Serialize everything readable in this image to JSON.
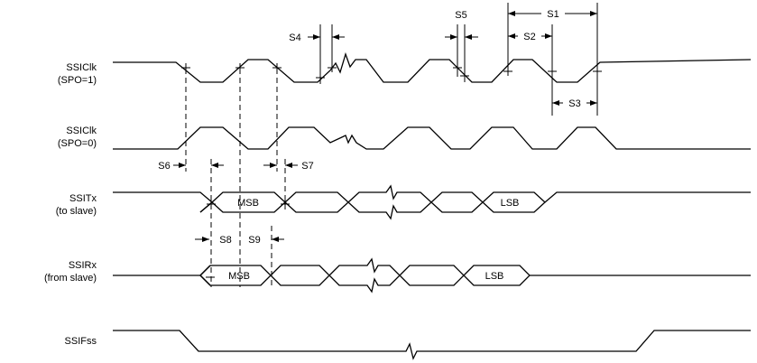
{
  "signals": [
    {
      "name": "SSIClk",
      "sub": "(SPO=1)"
    },
    {
      "name": "SSIClk",
      "sub": "(SPO=0)"
    },
    {
      "name": "SSITx",
      "sub": "(to slave)"
    },
    {
      "name": "SSIRx",
      "sub": "(from slave)"
    },
    {
      "name": "SSIFss",
      "sub": ""
    }
  ],
  "data_labels": {
    "tx_msb": "MSB",
    "tx_lsb": "LSB",
    "rx_msb": "MSB",
    "rx_lsb": "LSB"
  },
  "timing_labels": {
    "s1": "S1",
    "s2": "S2",
    "s3": "S3",
    "s4": "S4",
    "s5": "S5",
    "s6": "S6",
    "s7": "S7",
    "s8": "S8",
    "s9": "S9"
  }
}
